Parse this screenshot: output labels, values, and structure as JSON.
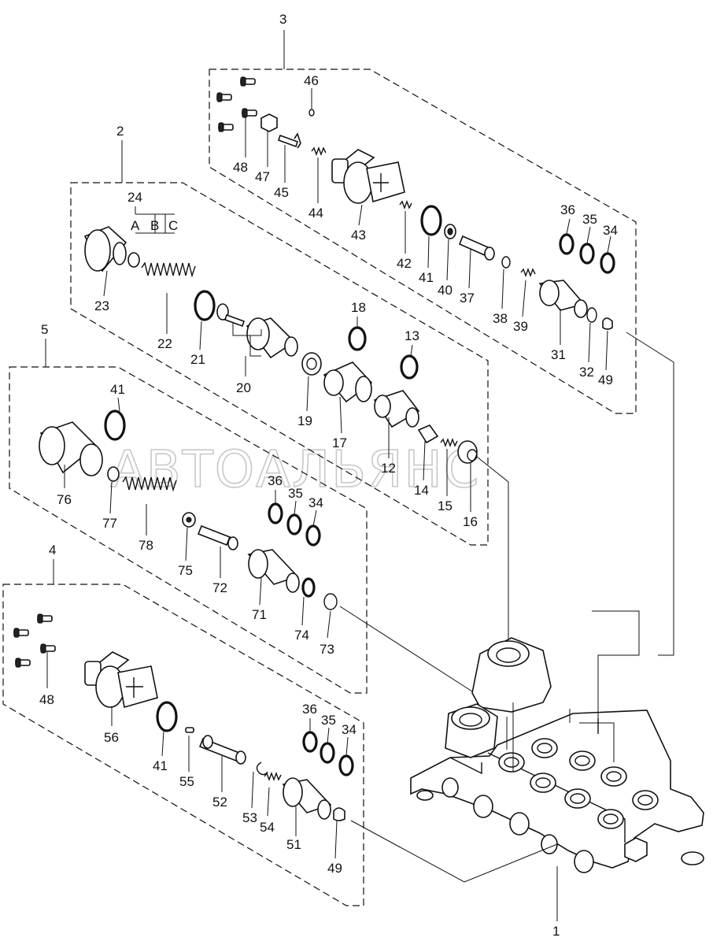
{
  "watermark": "АВТОАЛЬЯНС",
  "groups": {
    "g1": "1",
    "g2": "2",
    "g3": "3",
    "g4": "4",
    "g5": "5"
  },
  "sub_labels": {
    "a": "A",
    "b": "B",
    "c": "C"
  },
  "parts": {
    "p46": "46",
    "p48a": "48",
    "p47": "47",
    "p45": "45",
    "p44": "44",
    "p43": "43",
    "p42": "42",
    "p41a": "41",
    "p40": "40",
    "p37": "37",
    "p38": "38",
    "p39": "39",
    "p36a": "36",
    "p35a": "35",
    "p34a": "34",
    "p31": "31",
    "p32": "32",
    "p49a": "49",
    "p24": "24",
    "p23": "23",
    "p22": "22",
    "p21": "21",
    "p20": "20",
    "p18": "18",
    "p19": "19",
    "p17": "17",
    "p13": "13",
    "p12": "12",
    "p14": "14",
    "p15": "15",
    "p16": "16",
    "p41b": "41",
    "p76": "76",
    "p77": "77",
    "p78": "78",
    "p75": "75",
    "p72": "72",
    "p36b": "36",
    "p35b": "35",
    "p34b": "34",
    "p71": "71",
    "p74": "74",
    "p73": "73",
    "p48b": "48",
    "p56": "56",
    "p41c": "41",
    "p55": "55",
    "p52": "52",
    "p53": "53",
    "p54": "54",
    "p51": "51",
    "p36c": "36",
    "p35c": "35",
    "p34c": "34",
    "p49b": "49"
  }
}
